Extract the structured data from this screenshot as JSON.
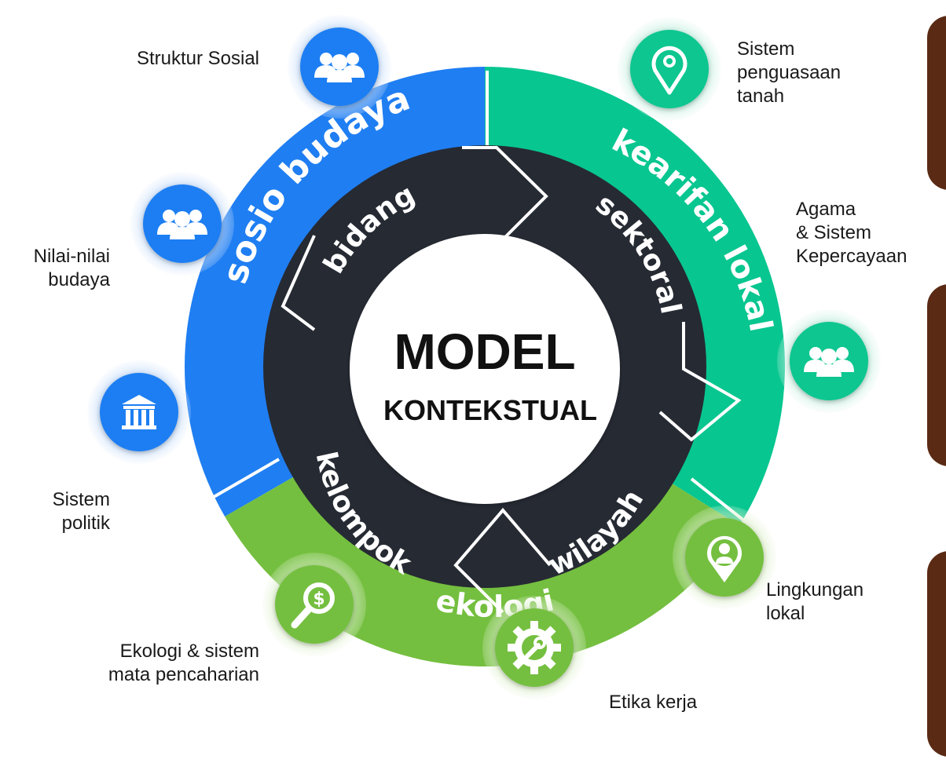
{
  "center": {
    "title": "MODEL",
    "subtitle": "KONTEKSTUAL"
  },
  "outer_ring": [
    {
      "label": "sosio budaya",
      "color": "#1f7ef2"
    },
    {
      "label": "kearifan lokal",
      "color": "#08c690"
    },
    {
      "label": "ekologi",
      "color": "#74bf3f"
    }
  ],
  "inner_ring": [
    {
      "label": "bidang"
    },
    {
      "label": "sektoral"
    },
    {
      "label": "wilayah"
    },
    {
      "label": "kelompok"
    }
  ],
  "inner_ring_color": "#262a33",
  "nodes": [
    {
      "lines": [
        "Struktur Sosial"
      ],
      "icon": "users-icon",
      "color": "#1f7ef2"
    },
    {
      "lines": [
        "Nilai-nilai",
        "budaya"
      ],
      "icon": "users-icon",
      "color": "#1f7ef2"
    },
    {
      "lines": [
        "Sistem",
        "politik"
      ],
      "icon": "institution-icon",
      "color": "#1f7ef2"
    },
    {
      "lines": [
        "Sistem",
        "penguasaan",
        "tanah"
      ],
      "icon": "map-pin-icon",
      "color": "#08c690"
    },
    {
      "lines": [
        "Agama",
        "& Sistem",
        "Kepercayaan"
      ],
      "icon": "users-icon",
      "color": "#08c690"
    },
    {
      "lines": [
        "Lingkungan",
        "lokal"
      ],
      "icon": "person-pin-icon",
      "color": "#74bf3f"
    },
    {
      "lines": [
        "Etika kerja"
      ],
      "icon": "gear-wrench-icon",
      "color": "#74bf3f"
    },
    {
      "lines": [
        "Ekologi & sistem",
        "mata pencaharian"
      ],
      "icon": "money-search-icon",
      "color": "#74bf3f"
    }
  ],
  "side_card_color": "#5a2a14"
}
